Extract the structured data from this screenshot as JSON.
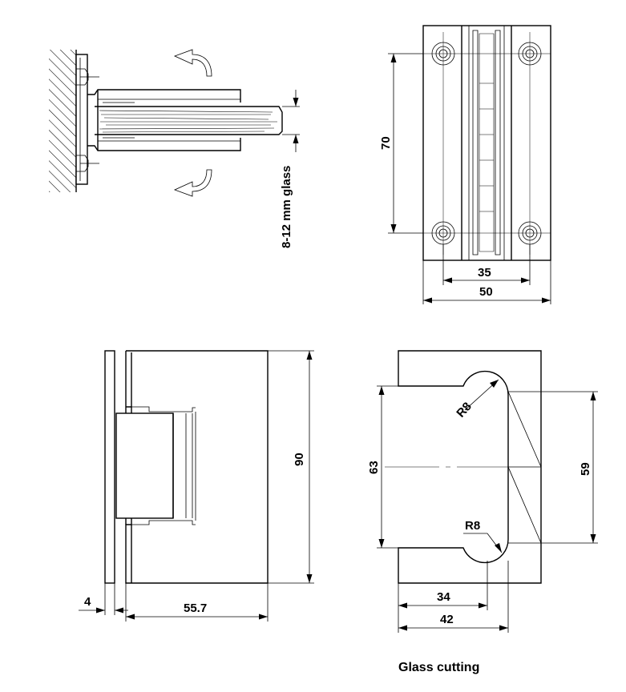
{
  "labels": {
    "glass_range": "8-12 mm glass",
    "height_70": "70",
    "width_35": "35",
    "width_50": "50",
    "height_90": "90",
    "plate_4": "4",
    "depth_55_7": "55.7",
    "cut_63": "63",
    "cut_59": "59",
    "radius_top": "R8",
    "radius_bottom": "R8",
    "cut_34": "34",
    "cut_42": "42",
    "caption": "Glass cutting"
  }
}
